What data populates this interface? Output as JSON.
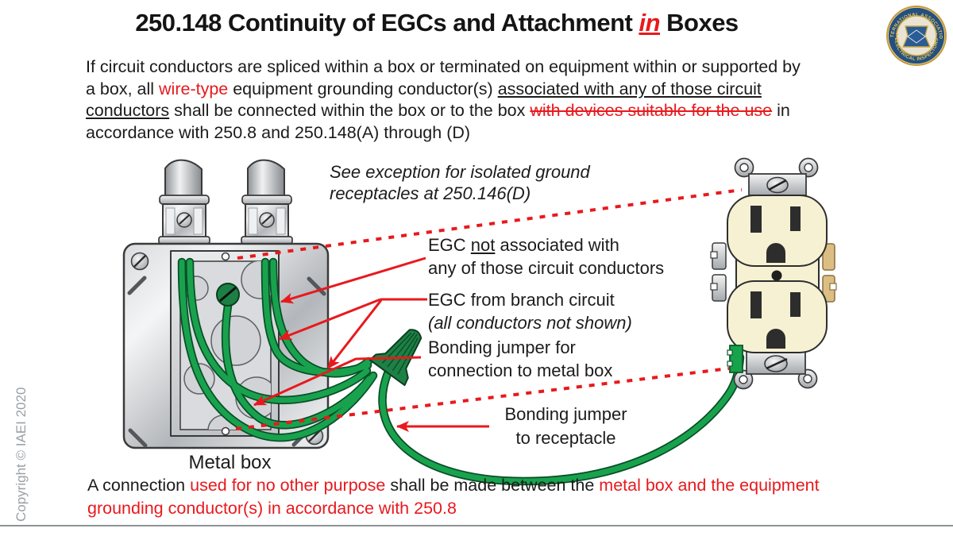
{
  "slide": {
    "title_segments": [
      {
        "t": "250.148 Continuity of EGCs and Attachment "
      },
      {
        "t": "in",
        "c": "red bold italic underline"
      },
      {
        "t": " Boxes"
      }
    ],
    "intro_segments": [
      {
        "t": "If circuit conductors are spliced within a box or terminated on equipment within or supported by"
      },
      {
        "br": true
      },
      {
        "t": "a box, all "
      },
      {
        "t": "wire-type",
        "c": "red"
      },
      {
        "t": " equipment grounding conductor(s) "
      },
      {
        "t": "associated with any of those circuit",
        "c": "underline"
      },
      {
        "br": true
      },
      {
        "t": "conductors",
        "c": "underline"
      },
      {
        "t": " shall be connected within the box or to the box "
      },
      {
        "t": "with devices suitable for the use",
        "c": "red strike"
      },
      {
        "t": " in"
      },
      {
        "br": true
      },
      {
        "t": "accordance with 250.8 and 250.148(A) through (D)"
      }
    ],
    "bottom_segments": [
      {
        "t": "A connection "
      },
      {
        "t": "used for no other purpose",
        "c": "red"
      },
      {
        "t": " shall be made between the "
      },
      {
        "t": "metal box and the equipment",
        "c": "red"
      },
      {
        "br": true
      },
      {
        "t": "grounding conductor(s) in accordance with 250.8",
        "c": "red"
      }
    ],
    "copyright": "Copyright © IAEI 2020"
  },
  "diagram": {
    "labels": {
      "see_exception": [
        {
          "t": "See exception for isolated ground"
        },
        {
          "br": true
        },
        {
          "t": "receptacles at 250.146(D)"
        }
      ],
      "egc_not_associated": [
        {
          "t": "EGC "
        },
        {
          "t": "not",
          "c": "underline"
        },
        {
          "t": " associated with"
        },
        {
          "br": true
        },
        {
          "t": "any of those circuit conductors"
        }
      ],
      "egc_branch": [
        {
          "t": "EGC from branch circuit"
        },
        {
          "br": true
        },
        {
          "t": "(all conductors not shown)",
          "c": "italic"
        }
      ],
      "bonding_jumper_box": [
        {
          "t": "Bonding jumper for"
        },
        {
          "br": true
        },
        {
          "t": "connection to metal box"
        }
      ],
      "bonding_jumper_receptacle": [
        {
          "t": "Bonding jumper"
        },
        {
          "br": true
        },
        {
          "t": "to receptacle"
        }
      ],
      "metal_box": "Metal box"
    }
  },
  "logo": {
    "text_top": "INTERNATIONAL ASSOCIATION",
    "text_bottom": "ELECTRICAL INSPECTORS"
  },
  "colors": {
    "accent_red": "#e8191d",
    "wire_green": "#19a24d",
    "dark_green": "#1e8045",
    "receptacle_cream": "#f6f1d2"
  }
}
